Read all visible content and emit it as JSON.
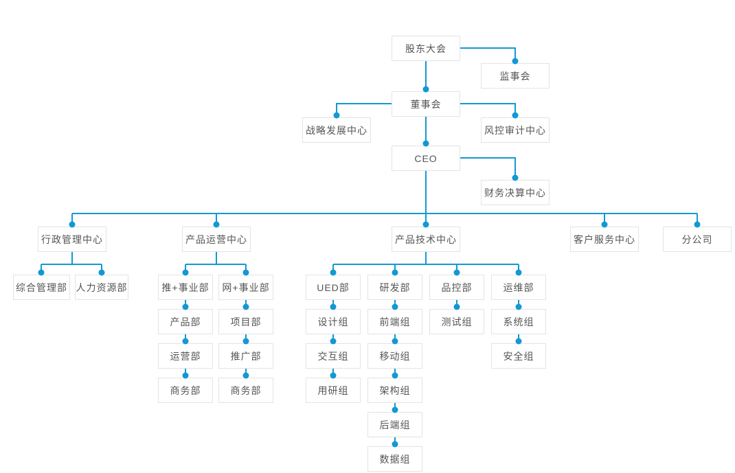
{
  "diagram": {
    "type": "org-chart",
    "accent_color": "#1298d4",
    "node_border_color": "#e3e3e3",
    "node_text_color": "#555555",
    "background_color": "#ffffff"
  },
  "nodes": {
    "shareholders_meeting": {
      "label": "股东大会"
    },
    "supervisory_board": {
      "label": "监事会"
    },
    "board_of_directors": {
      "label": "董事会"
    },
    "strategy_center": {
      "label": "战略发展中心"
    },
    "risk_audit_center": {
      "label": "风控审计中心"
    },
    "ceo": {
      "label": "CEO"
    },
    "finance_center": {
      "label": "财务决算中心"
    },
    "admin_center": {
      "label": "行政管理中心"
    },
    "product_ops_center": {
      "label": "产品运营中心"
    },
    "product_tech_center": {
      "label": "产品技术中心"
    },
    "customer_service_center": {
      "label": "客户服务中心"
    },
    "branch_company": {
      "label": "分公司"
    },
    "general_management_dept": {
      "label": "综合管理部"
    },
    "hr_dept": {
      "label": "人力资源部"
    },
    "tui_division": {
      "label": "推+事业部"
    },
    "wang_division": {
      "label": "网+事业部"
    },
    "product_dept": {
      "label": "产品部"
    },
    "operations_dept": {
      "label": "运营部"
    },
    "business_dept_1": {
      "label": "商务部"
    },
    "project_dept": {
      "label": "项目部"
    },
    "promotion_dept": {
      "label": "推广部"
    },
    "business_dept_2": {
      "label": "商务部"
    },
    "ued_dept": {
      "label": "UED部"
    },
    "design_group": {
      "label": "设计组"
    },
    "interaction_group": {
      "label": "交互组"
    },
    "user_research_group": {
      "label": "用研组"
    },
    "rd_dept": {
      "label": "研发部"
    },
    "frontend_group": {
      "label": "前端组"
    },
    "mobile_group": {
      "label": "移动组"
    },
    "architecture_group": {
      "label": "架构组"
    },
    "backend_group": {
      "label": "后端组"
    },
    "data_group": {
      "label": "数据组"
    },
    "qc_dept": {
      "label": "品控部"
    },
    "testing_group": {
      "label": "测试组"
    },
    "om_dept": {
      "label": "运维部"
    },
    "system_group": {
      "label": "系统组"
    },
    "security_group": {
      "label": "安全组"
    }
  },
  "hierarchy": {
    "股东大会": [
      "监事会",
      "董事会"
    ],
    "董事会": [
      "战略发展中心",
      "风控审计中心",
      "CEO"
    ],
    "CEO": [
      "财务决算中心",
      "行政管理中心",
      "产品运营中心",
      "产品技术中心",
      "客户服务中心",
      "分公司"
    ],
    "行政管理中心": [
      "综合管理部",
      "人力资源部"
    ],
    "产品运营中心": [
      "推+事业部",
      "网+事业部"
    ],
    "推+事业部": [
      "产品部",
      "运营部",
      "商务部"
    ],
    "网+事业部": [
      "项目部",
      "推广部",
      "商务部"
    ],
    "产品技术中心": [
      "UED部",
      "研发部",
      "品控部",
      "运维部"
    ],
    "UED部": [
      "设计组",
      "交互组",
      "用研组"
    ],
    "研发部": [
      "前端组",
      "移动组",
      "架构组",
      "后端组",
      "数据组"
    ],
    "品控部": [
      "测试组"
    ],
    "运维部": [
      "系统组",
      "安全组"
    ]
  }
}
